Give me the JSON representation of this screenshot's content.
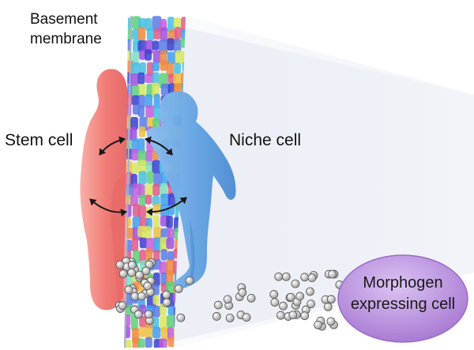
{
  "labels": {
    "basement_line1": "Basement",
    "basement_line2": "membrane",
    "stem_cell": "Stem cell",
    "niche_cell": "Niche cell",
    "morphogen_line1": "Morphogen",
    "morphogen_line2": "expressing cell"
  },
  "colors": {
    "stem_cell": "#f07070",
    "niche_cell": "#6aa6e0",
    "morphogen_cell": "#b98ad9",
    "membrane": "#cfd6e8",
    "arrow": "#1a1a1a"
  },
  "icons": {
    "interaction": "double-headed-arrow",
    "morphogen_particle": "grey-sphere"
  }
}
